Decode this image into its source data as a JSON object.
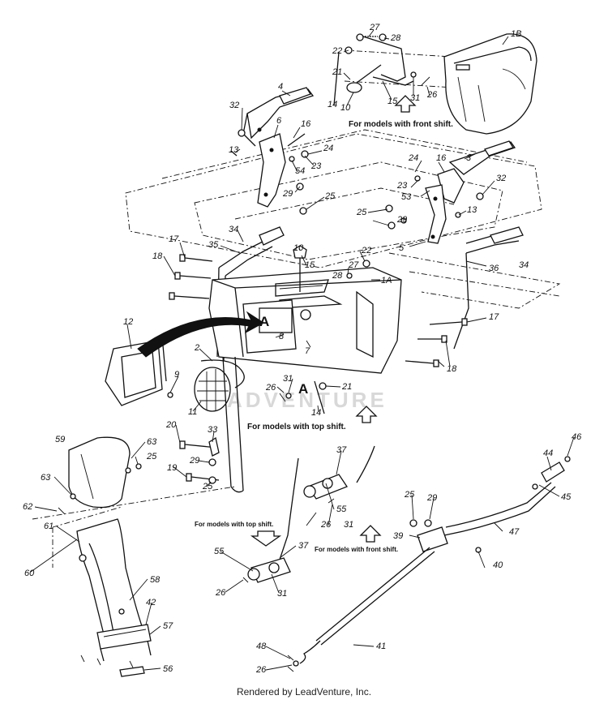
{
  "diagram": {
    "notes": {
      "front_shift_top": "For models with front shift.",
      "top_shift_mid": "For models with top shift.",
      "top_shift_lower": "For models with top shift.",
      "front_shift_lower": "For models with front shift."
    },
    "section_marker": "A",
    "watermark": "ADVENTURE",
    "parts": [
      {
        "id": "27",
        "text": "27"
      },
      {
        "id": "28a",
        "text": "28"
      },
      {
        "id": "1B",
        "text": "1B"
      },
      {
        "id": "22a",
        "text": "22"
      },
      {
        "id": "21a",
        "text": "21"
      },
      {
        "id": "10a",
        "text": "10"
      },
      {
        "id": "15a",
        "text": "15"
      },
      {
        "id": "14a",
        "text": "14"
      },
      {
        "id": "31a",
        "text": "31"
      },
      {
        "id": "26a",
        "text": "26"
      },
      {
        "id": "4",
        "text": "4"
      },
      {
        "id": "32a",
        "text": "32"
      },
      {
        "id": "6",
        "text": "6"
      },
      {
        "id": "16a",
        "text": "16"
      },
      {
        "id": "13a",
        "text": "13"
      },
      {
        "id": "24a",
        "text": "24"
      },
      {
        "id": "23a",
        "text": "23"
      },
      {
        "id": "54",
        "text": "54"
      },
      {
        "id": "29a",
        "text": "29"
      },
      {
        "id": "25a",
        "text": "25"
      },
      {
        "id": "24b",
        "text": "24"
      },
      {
        "id": "16b",
        "text": "16"
      },
      {
        "id": "3",
        "text": "3"
      },
      {
        "id": "23b",
        "text": "23"
      },
      {
        "id": "32b",
        "text": "32"
      },
      {
        "id": "53",
        "text": "53"
      },
      {
        "id": "25b",
        "text": "25"
      },
      {
        "id": "29b",
        "text": "29"
      },
      {
        "id": "13b",
        "text": "13"
      },
      {
        "id": "5",
        "text": "5"
      },
      {
        "id": "34a",
        "text": "34"
      },
      {
        "id": "35",
        "text": "35"
      },
      {
        "id": "17a",
        "text": "17"
      },
      {
        "id": "18a",
        "text": "18"
      },
      {
        "id": "10b",
        "text": "10"
      },
      {
        "id": "22b",
        "text": "22"
      },
      {
        "id": "15b",
        "text": "15"
      },
      {
        "id": "27b",
        "text": "27"
      },
      {
        "id": "28b",
        "text": "28"
      },
      {
        "id": "1A",
        "text": "1A"
      },
      {
        "id": "34b",
        "text": "34"
      },
      {
        "id": "36",
        "text": "36"
      },
      {
        "id": "12",
        "text": "12"
      },
      {
        "id": "8",
        "text": "8"
      },
      {
        "id": "7",
        "text": "7"
      },
      {
        "id": "17b",
        "text": "17"
      },
      {
        "id": "18b",
        "text": "18"
      },
      {
        "id": "2",
        "text": "2"
      },
      {
        "id": "9",
        "text": "9"
      },
      {
        "id": "11",
        "text": "11"
      },
      {
        "id": "26b",
        "text": "26"
      },
      {
        "id": "31b",
        "text": "31"
      },
      {
        "id": "21b",
        "text": "21"
      },
      {
        "id": "14b",
        "text": "14"
      },
      {
        "id": "20",
        "text": "20"
      },
      {
        "id": "33",
        "text": "33"
      },
      {
        "id": "29c",
        "text": "29"
      },
      {
        "id": "19",
        "text": "19"
      },
      {
        "id": "25c",
        "text": "25"
      },
      {
        "id": "59",
        "text": "59"
      },
      {
        "id": "63a",
        "text": "63"
      },
      {
        "id": "25d",
        "text": "25"
      },
      {
        "id": "63b",
        "text": "63"
      },
      {
        "id": "62",
        "text": "62"
      },
      {
        "id": "61",
        "text": "61"
      },
      {
        "id": "60",
        "text": "60"
      },
      {
        "id": "58",
        "text": "58"
      },
      {
        "id": "42",
        "text": "42"
      },
      {
        "id": "57",
        "text": "57"
      },
      {
        "id": "56",
        "text": "56"
      },
      {
        "id": "37a",
        "text": "37"
      },
      {
        "id": "55a",
        "text": "55"
      },
      {
        "id": "26c",
        "text": "26"
      },
      {
        "id": "31c",
        "text": "31"
      },
      {
        "id": "37b",
        "text": "37"
      },
      {
        "id": "55b",
        "text": "55"
      },
      {
        "id": "26d",
        "text": "26"
      },
      {
        "id": "31d",
        "text": "31"
      },
      {
        "id": "25e",
        "text": "25"
      },
      {
        "id": "29d",
        "text": "29"
      },
      {
        "id": "39",
        "text": "39"
      },
      {
        "id": "40",
        "text": "40"
      },
      {
        "id": "47",
        "text": "47"
      },
      {
        "id": "44",
        "text": "44"
      },
      {
        "id": "46",
        "text": "46"
      },
      {
        "id": "45",
        "text": "45"
      },
      {
        "id": "41",
        "text": "41"
      },
      {
        "id": "48",
        "text": "48"
      },
      {
        "id": "26e",
        "text": "26"
      }
    ]
  },
  "footer": {
    "text": "Rendered by LeadVenture, Inc."
  }
}
